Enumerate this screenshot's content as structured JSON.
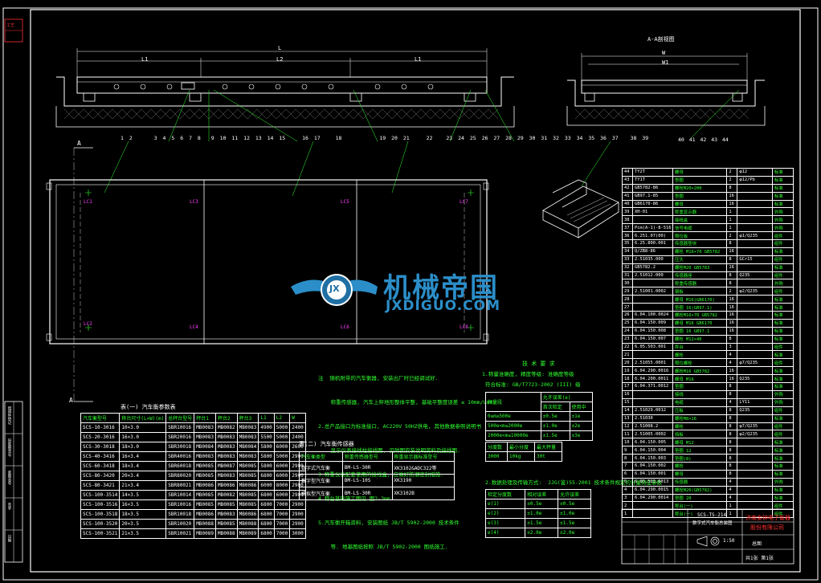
{
  "watermark": {
    "text_cn": "机械帝国",
    "text_en": "JXDIGUO.COM",
    "emblem_letters": "JX"
  },
  "views": {
    "section_label": "A-A剖视图",
    "section_marker": "A",
    "top_dims": [
      "L",
      "L1",
      "L2",
      "L1"
    ],
    "side_dims": [
      "W",
      "W1"
    ],
    "balloons_top": [
      "1",
      "2",
      "3",
      "4",
      "5",
      "6",
      "7",
      "8",
      "9",
      "10",
      "11",
      "12",
      "13",
      "14",
      "15",
      "16",
      "17",
      "18",
      "19",
      "20",
      "21",
      "22",
      "23",
      "24",
      "25",
      "26",
      "27",
      "28",
      "29",
      "30",
      "31",
      "32",
      "33",
      "34",
      "35",
      "36",
      "37",
      "38",
      "39"
    ],
    "balloons_right": [
      "40",
      "41",
      "42",
      "43",
      "44"
    ],
    "load_cells": [
      "LC1",
      "LC2",
      "LC3",
      "LC4",
      "LC5",
      "LC6",
      "LC7",
      "LC8"
    ]
  },
  "notes": {
    "lines": [
      "注  随机附带的汽车衡器, 安装出厂时已经调试好.",
      "    称重传感器, 汽车上秤地形整体平整, 基础平整度误差 ≤ 10mm/Lmm.",
      "2.总产品接口为标准接口, AC220V 50HZ供电, 其他数据参照说明书",
      "    显示仪表接线柱接线图, 见附图安装说明资料及接线图.",
      "3.称重仪表配套使用的接线盒, 应做好防潮密封措施.",
      "4.称台基础施工图见 图2-3mm.",
      "5.汽车衡开箱资料, 安装图纸 JB/T 5902-2000 技术条件",
      "    等. 地基图纸按照 JB/T 5902-2000 图纸施工."
    ]
  },
  "tech_req": {
    "title": "技 术 要 求",
    "line1": "1.称量准确度, 精度等级: 准确度等级",
    "line2": "符合标准: GB/T7723-2002 (III) 级",
    "table_headers": [
      "秤量段",
      "允许误差(e)",
      "首次检定",
      "使用中"
    ],
    "table_rows": [
      [
        "0≤m≤500e",
        "±0.5e",
        "±1e"
      ],
      [
        "500e<m≤2000e",
        "±1.0e",
        "±2e"
      ],
      [
        "2000e<m≤10000e",
        "±1.5e",
        "±3e"
      ]
    ],
    "small_headers": [
      "分度数",
      "最小分度",
      "最大秤量"
    ],
    "small_row": [
      "3000",
      "10kg",
      "30t"
    ],
    "line3": "2.数据处理及传输方式:  JJG(鉴)55-2001 技术条件规定的计量特征参数",
    "table2_headers": [
      "检定分度数",
      "相对误差",
      "允许误差"
    ],
    "table2_rows": [
      [
        "e(1)",
        "±0.5e",
        "±0.5e"
      ],
      [
        "e(2)",
        "±1.0e",
        "±1.0e"
      ],
      [
        "e(3)",
        "±1.5e",
        "±1.5e"
      ],
      [
        "e(4)",
        "±2.0e",
        "±2.0e"
      ]
    ]
  },
  "table1": {
    "title": "表(一)  汽车衡参数表",
    "headers": [
      "汽车衡型号",
      "称台尺寸(L×W)(m)",
      "总秤台型号",
      "秤台1",
      "秤台2",
      "秤台3",
      "L1",
      "L2",
      "W"
    ],
    "rows": [
      [
        "SCS-10-3016",
        "10×3.0",
        "SBR10016",
        "MB0083",
        "MB0082",
        "MB0083",
        "4900",
        "5000",
        "2400"
      ],
      [
        "SCS-20-3016",
        "16×3.0",
        "SBR20016",
        "MB0083",
        "MB0083",
        "MB0083",
        "5500",
        "5000",
        "2400"
      ],
      [
        "SCS-30-3018",
        "18×3.0",
        "SBR30018",
        "MB0084",
        "MB0083",
        "MB0084",
        "5800",
        "6000",
        "2600"
      ],
      [
        "SCS-40-3416",
        "16×3.4",
        "SBR40016",
        "MB0083",
        "MB0083",
        "MB0083",
        "5800",
        "5000",
        "2900"
      ],
      [
        "SCS-60-3418",
        "18×3.4",
        "SBR60018",
        "MB0085",
        "MB0087",
        "MB0085",
        "5800",
        "6000",
        "2900"
      ],
      [
        "SCS-80-3420",
        "20×3.4",
        "SBR80020",
        "MB0085",
        "MB0083",
        "MB0085",
        "6800",
        "6000",
        "2900"
      ],
      [
        "SCS-80-3421",
        "21×3.4",
        "SBR80021",
        "MB0086",
        "MB0086",
        "MB0086",
        "6000",
        "8000",
        "2900"
      ],
      [
        "SCS-100-3514",
        "14×3.5",
        "SBR10014",
        "MB0085",
        "MB0082",
        "MB0085",
        "6800",
        "6000",
        "2900"
      ],
      [
        "SCS-100-3516",
        "16×3.5",
        "SBR10016",
        "MB0085",
        "MB0085",
        "MB0085",
        "6800",
        "7000",
        "2900"
      ],
      [
        "SCS-100-3518",
        "18×3.5",
        "SBR10018",
        "MB0086",
        "MB0083",
        "MB0086",
        "6800",
        "7000",
        "2900"
      ],
      [
        "SCS-100-3520",
        "20×3.5",
        "SBR10020",
        "MB0088",
        "MB0085",
        "MB0088",
        "6800",
        "7000",
        "2900"
      ],
      [
        "SCS-100-3521",
        "21×3.5",
        "SBR10021",
        "MB0089",
        "MB0088",
        "MB0089",
        "6800",
        "7000",
        "3000"
      ]
    ]
  },
  "table2": {
    "title": "表(二)  汽车衡传感器",
    "headers": [
      "汽车衡类型",
      "称重传感器型号",
      "称重显示器标准型号"
    ],
    "rows": [
      [
        "数字式汽车衡",
        "BM-LS-30R",
        "XK3102&ADC322等"
      ],
      [
        "数字型汽车衡",
        "BM-LS-10S",
        "XK3190"
      ],
      [
        "模拟型汽车衡",
        "BM-LS-30R",
        "XK3102B"
      ]
    ]
  },
  "bom": {
    "rows": [
      [
        "44",
        "TY2T",
        "螺母",
        "2",
        "φ12",
        "标准"
      ],
      [
        "43",
        "TY1T",
        "垫圈",
        "2",
        "φ12/Pb",
        "标准"
      ],
      [
        "42",
        "GB5782-86",
        "螺栓M20×200",
        "8",
        "",
        "标准"
      ],
      [
        "41",
        "GB97.1-85",
        "垫圈",
        "16",
        "",
        "标准"
      ],
      [
        "40",
        "GB6170-86",
        "螺母",
        "16",
        "",
        "标准"
      ],
      [
        "39",
        "XH-01",
        "称重显示器",
        "1",
        "",
        "外购"
      ],
      [
        "38",
        "",
        "接线盒",
        "1",
        "",
        "外购"
      ],
      [
        "37",
        "Pcm(A-1)-8-516",
        "信号电缆",
        "1",
        "",
        "外购"
      ],
      [
        "36",
        "6.251.07(00)",
        "限位板",
        "2",
        "φ1/Q235",
        "组件"
      ],
      [
        "35",
        "6.25.800.001",
        "传感器垫块",
        "8",
        "",
        "组件"
      ],
      [
        "34",
        "Q/ZB8-86",
        "螺栓 M16×70 GB5782",
        "16",
        "",
        "标准"
      ],
      [
        "33",
        "2.51035.000",
        "压头",
        "8",
        "GCr15",
        "组件"
      ],
      [
        "32",
        "GB5782.2",
        "螺栓M20 GB5783",
        "16",
        "",
        "标准"
      ],
      [
        "31",
        "2.51012.000",
        "传感器座",
        "8",
        "Q235",
        "组件"
      ],
      [
        "30",
        "",
        "称重传感器",
        "8",
        "",
        "外购"
      ],
      [
        "29",
        "2.51001.0002",
        "钢板",
        "2",
        "φ2/Q235",
        "组件"
      ],
      [
        "28",
        "",
        "螺母 M16(GB6170)",
        "16",
        "",
        "标准"
      ],
      [
        "27",
        "",
        "垫圈 16(GB97.1)",
        "16",
        "",
        "标准"
      ],
      [
        "26",
        "6.04.100.0024",
        "螺栓M16×70 GB5782",
        "16",
        "",
        "标准"
      ],
      [
        "25",
        "6.04.150.009",
        "螺母 M16 GB6170",
        "16",
        "",
        "标准"
      ],
      [
        "24",
        "6.04.150.008",
        "垫圈 16 GB97.1",
        "16",
        "",
        "标准"
      ],
      [
        "23",
        "6.04.150.007",
        "螺栓 M12×40",
        "8",
        "",
        "标准"
      ],
      [
        "22",
        "6.05.503.001",
        "秤台",
        "3",
        "",
        "组件"
      ],
      [
        "21",
        "",
        "螺栓",
        "4",
        "",
        "标准"
      ],
      [
        "20",
        "2.51055.0001",
        "限位螺栓",
        "4",
        "φ7/Q235",
        "组件"
      ],
      [
        "19",
        "6.04.290.0016",
        "螺栓M16 GB5782",
        "16",
        "",
        "标准"
      ],
      [
        "18",
        "6.04.200.0011",
        "螺母 M16",
        "16",
        "Q235",
        "标准"
      ],
      [
        "17",
        "6.04.371.0012",
        "垫圈",
        "8",
        "",
        "标准"
      ],
      [
        "16",
        "",
        "接线",
        "8",
        "",
        "外购"
      ],
      [
        "15",
        "",
        "电缆",
        "4",
        "LY11",
        "外购"
      ],
      [
        "14",
        "2.51029.0012",
        "压板",
        "8",
        "Q235",
        "组件"
      ],
      [
        "13",
        "2.51030",
        "螺栓M8×16",
        "8",
        "",
        "标准"
      ],
      [
        "12",
        "2.51008.2",
        "螺栓",
        "8",
        "φ7/Q235",
        "组件"
      ],
      [
        "11",
        "2.51005.0002",
        "挡板",
        "8",
        "φ2/Q235",
        "组件"
      ],
      [
        "10",
        "6.04.150.005",
        "螺母 M12",
        "8",
        "",
        "标准"
      ],
      [
        "9",
        "6.04.150.004",
        "垫圈 12",
        "8",
        "",
        "标准"
      ],
      [
        "8",
        "6.04.150.003",
        "垫圈(8)",
        "8",
        "",
        "标准"
      ],
      [
        "7",
        "6.04.150.002",
        "螺栓",
        "8",
        "",
        "标准"
      ],
      [
        "6",
        "6.04.150.001",
        "螺母",
        "8",
        "",
        "标准"
      ],
      [
        "5",
        "6.05.503.0013",
        "传感器",
        "4",
        "",
        "外购"
      ],
      [
        "4",
        "6.04.290.0015",
        "螺栓M20(GB5782)",
        "4",
        "",
        "标准"
      ],
      [
        "3",
        "6.04.290.0014",
        "垫圈 20",
        "4",
        "",
        "标准"
      ],
      [
        "2",
        "",
        "称台(一)",
        "1",
        "",
        "组件"
      ],
      [
        "1",
        "",
        "称台(一)",
        "1",
        "",
        "组件"
      ]
    ]
  },
  "title_block": {
    "model": "SCS-TS-214",
    "name": "数字式汽车衡总装图",
    "company_line1": "济南金钟电子衡器",
    "company_line2": "股份有限公司",
    "scale_label": "1:50",
    "sheet": "共1张 第1张",
    "drawing_no": "总图"
  },
  "left_margin": {
    "top_stamp": "工艺",
    "labels": [
      "借用件登记",
      "旧底图总号",
      "底图总号",
      "签字",
      "日期"
    ]
  }
}
